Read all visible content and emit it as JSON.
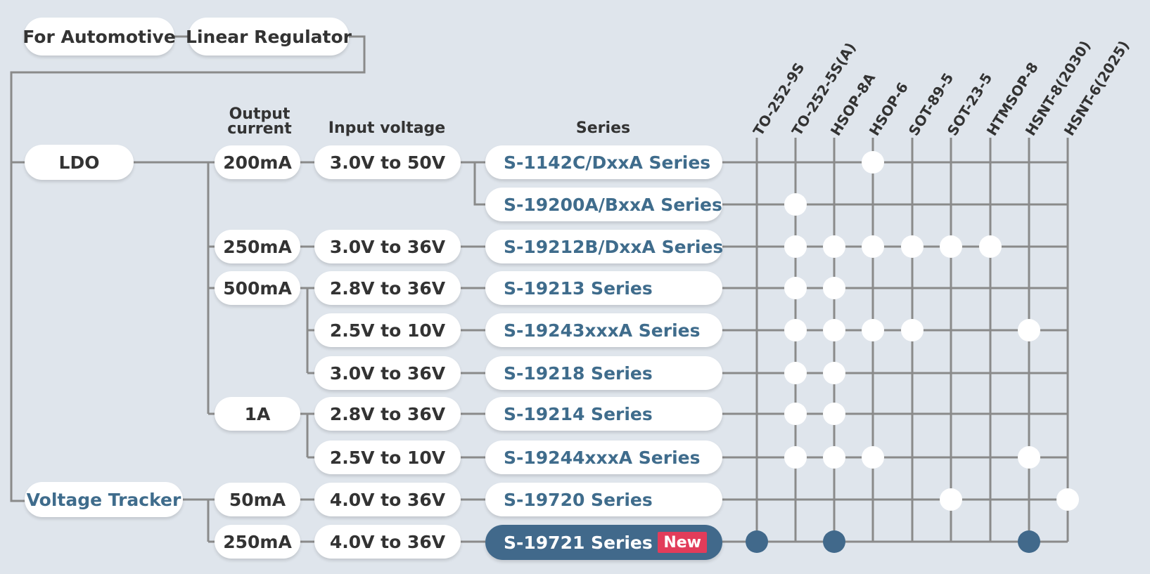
{
  "top": {
    "for_automotive": "For Automotive",
    "linear_regulator": "Linear Regulator"
  },
  "categories": {
    "ldo": "LDO",
    "voltage_tracker": "Voltage Tracker"
  },
  "headers": {
    "output_current_1": "Output",
    "output_current_2": "current",
    "input_voltage": "Input voltage",
    "series": "Series"
  },
  "packages": [
    "TO-252-9S",
    "TO-252-5S(A)",
    "HSOP-8A",
    "HSOP-6",
    "SOT-89-5",
    "SOT-23-5",
    "HTMSOP-8",
    "HSNT-8(2030)",
    "HSNT-6(2025)"
  ],
  "currents": [
    "200mA",
    "250mA",
    "500mA",
    "1A",
    "50mA",
    "250mA"
  ],
  "rows": [
    {
      "voltage": "3.0V to 50V",
      "series": "S-1142C/DxxA Series",
      "packages": [
        "HSOP-6"
      ]
    },
    {
      "voltage": "",
      "series": "S-19200A/BxxA Series",
      "packages": [
        "TO-252-5S(A)"
      ]
    },
    {
      "voltage": "3.0V to 36V",
      "series": "S-19212B/DxxA Series",
      "packages": [
        "TO-252-5S(A)",
        "HSOP-8A",
        "HSOP-6",
        "SOT-89-5",
        "SOT-23-5",
        "HTMSOP-8"
      ]
    },
    {
      "voltage": "2.8V to 36V",
      "series": "S-19213 Series",
      "packages": [
        "TO-252-5S(A)",
        "HSOP-8A"
      ]
    },
    {
      "voltage": "2.5V to 10V",
      "series": "S-19243xxxA Series",
      "packages": [
        "TO-252-5S(A)",
        "HSOP-8A",
        "HSOP-6",
        "SOT-89-5",
        "HSNT-8(2030)"
      ]
    },
    {
      "voltage": "3.0V to 36V",
      "series": "S-19218 Series",
      "packages": [
        "TO-252-5S(A)",
        "HSOP-8A"
      ]
    },
    {
      "voltage": "2.8V to 36V",
      "series": "S-19214 Series",
      "packages": [
        "TO-252-5S(A)",
        "HSOP-8A"
      ]
    },
    {
      "voltage": "2.5V to 10V",
      "series": "S-19244xxxA Series",
      "packages": [
        "TO-252-5S(A)",
        "HSOP-8A",
        "HSOP-6",
        "HSNT-8(2030)"
      ]
    },
    {
      "voltage": "4.0V to 36V",
      "series": "S-19720 Series",
      "packages": [
        "SOT-23-5",
        "HSNT-6(2025)"
      ]
    },
    {
      "voltage": "4.0V to 36V",
      "series": "S-19721 Series",
      "badge": "New",
      "highlight": true,
      "packages": [
        "TO-252-9S",
        "HSOP-8A",
        "HSNT-8(2030)"
      ]
    }
  ],
  "colors": {
    "background": "#dfe5ec",
    "line": "#8a8a8a",
    "series_text": "#3f6c8c",
    "highlight": "#41698b",
    "new_badge": "#e23c5a",
    "dot": "#ffffff"
  }
}
